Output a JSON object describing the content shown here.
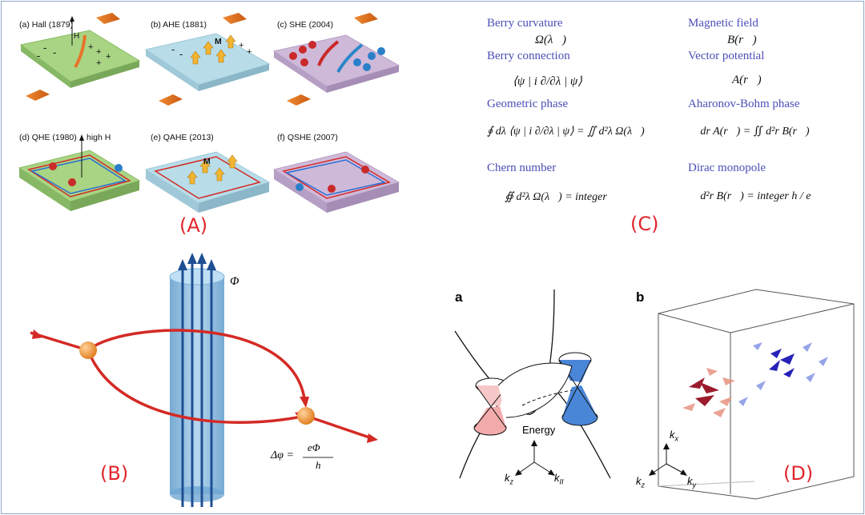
{
  "panelA": {
    "tiles": [
      {
        "title": "(a) Hall (1879)"
      },
      {
        "title": "(b) AHE (1881)"
      },
      {
        "title": "(c) SHE (2004)"
      },
      {
        "title": "(d) QHE (1980)"
      },
      {
        "title": "(e) QAHE (2013)"
      },
      {
        "title": "(f) QSHE (2007)"
      }
    ],
    "field_H": "H",
    "field_highH": "high H",
    "magnetization": "M",
    "label": "(A)"
  },
  "panelB": {
    "flux_symbol": "Φ",
    "phase_lhs": "Δφ =",
    "phase_num": "eΦ",
    "phase_den": "h",
    "label": "(B)"
  },
  "panelC": {
    "rows": [
      {
        "left_title": "Berry curvature",
        "left_expr": "Ω(λ⃗)",
        "right_title": "Magnetic field",
        "right_expr": "B(r⃗)"
      },
      {
        "left_title": "Berry connection",
        "left_expr": "⟨ψ | i ∂/∂λ | ψ⟩",
        "right_title": "Vector potential",
        "right_expr": "A(r⃗)"
      },
      {
        "left_title": "Geometric phase",
        "left_expr": "∮ dλ ⟨ψ | i ∂/∂λ | ψ⟩ = ∬ d²λ  Ω(λ⃗)",
        "right_title": "Aharonov-Bohm phase",
        "right_expr": "∮ dr A(r⃗) = ∬ d²r B(r⃗)"
      },
      {
        "left_title": "Chern number",
        "left_expr": "∯ d²λ  Ω(λ⃗) = integer",
        "right_title": "Dirac monopole",
        "right_expr": "∯ d²r  B(r⃗) = integer h / e"
      }
    ],
    "label": "(C)"
  },
  "panelD": {
    "sub_a": "a",
    "sub_b": "b",
    "energy": "Energy",
    "kz": "k",
    "kz_sub": "z",
    "kpar": "k",
    "kpar_sub": "II",
    "kx": "k",
    "kx_sub": "x",
    "ky": "k",
    "ky_sub": "y",
    "kz2": "k",
    "kz2_sub": "z",
    "label": "(D)"
  },
  "colors": {
    "label_red": "#e0262b",
    "formula_blue": "#4b4fb7",
    "hall_green": "#a8d483",
    "ahe_blue": "#b8dde9",
    "she_purple": "#cfb9d9",
    "arrow_red": "#d42a25",
    "flux_blue": "#7fb2d9",
    "cone_pink": "#f2aaaa",
    "cone_blue": "#4a86d8"
  }
}
